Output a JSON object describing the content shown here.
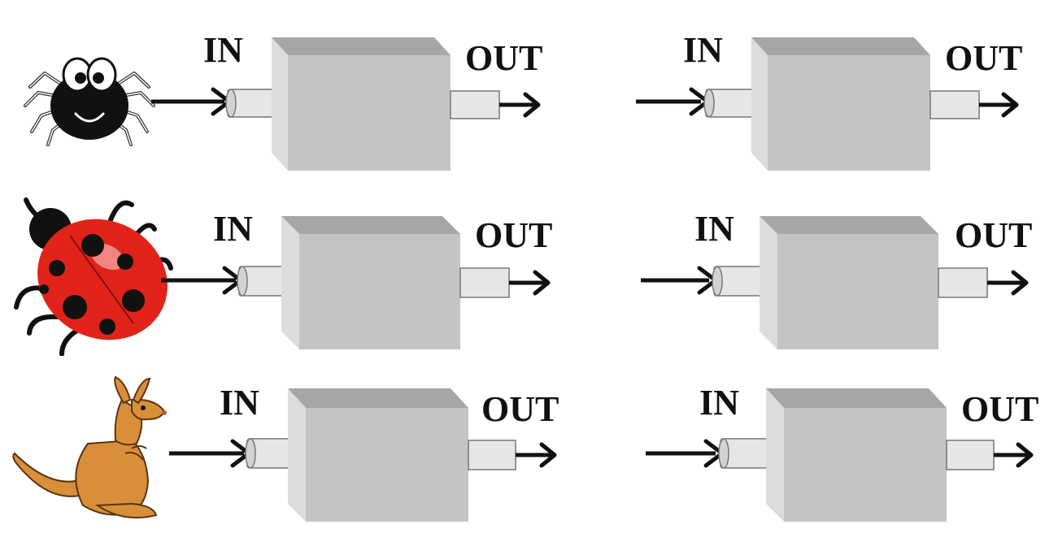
{
  "colors": {
    "box_front": "#c4c4c4",
    "box_top": "#a6a6a6",
    "box_side": "#dcdcdc",
    "pipe": "#e6e6e6",
    "arrow": "#111111",
    "spider_body": "#111111",
    "ladybug_shell": "#e2231a",
    "kangaroo_fur": "#d98f3a"
  },
  "labels": {
    "in": "IN",
    "out": "OUT"
  },
  "rows": [
    {
      "animal": "spider",
      "left": {
        "in_label": "IN",
        "out_label": "OUT"
      },
      "right": {
        "in_label": "IN",
        "out_label": "OUT"
      }
    },
    {
      "animal": "ladybug",
      "left": {
        "in_label": "IN",
        "out_label": "OUT"
      },
      "right": {
        "in_label": "IN",
        "out_label": "OUT"
      }
    },
    {
      "animal": "kangaroo",
      "left": {
        "in_label": "IN",
        "out_label": "OUT"
      },
      "right": {
        "in_label": "IN",
        "out_label": "OUT"
      }
    }
  ]
}
